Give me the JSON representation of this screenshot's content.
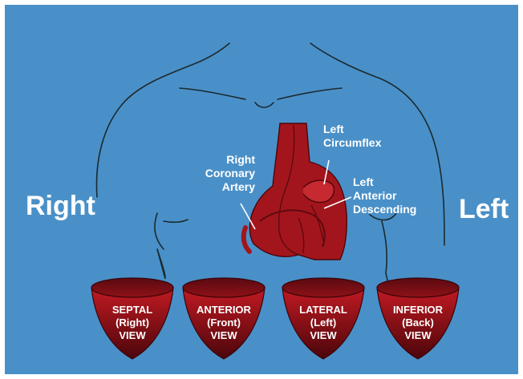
{
  "sides": {
    "right": "Right",
    "left": "Left"
  },
  "arteries": [
    {
      "lines": [
        "Right",
        "Coronary",
        "Artery"
      ]
    },
    {
      "lines": [
        "Left",
        "Circumflex"
      ]
    },
    {
      "lines": [
        "Left",
        "Anterior",
        "Descending"
      ]
    }
  ],
  "views": [
    {
      "lines": [
        "SEPTAL",
        "(Right)",
        "VIEW"
      ]
    },
    {
      "lines": [
        "ANTERIOR",
        "(Front)",
        "VIEW"
      ]
    },
    {
      "lines": [
        "LATERAL",
        "(Left)",
        "VIEW"
      ]
    },
    {
      "lines": [
        "INFERIOR",
        "(Back)",
        "VIEW"
      ]
    }
  ],
  "colors": {
    "background": "#4a90c8",
    "heart": "#a3151c",
    "heart_dark": "#5e0a10",
    "label_text": "#ffffff",
    "outline": "#1a2a30"
  }
}
